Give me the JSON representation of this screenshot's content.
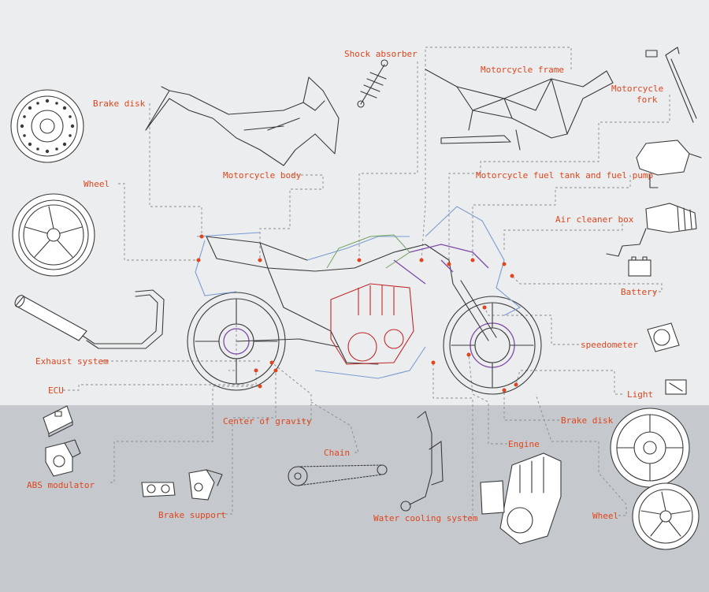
{
  "colors": {
    "top_bg": "#ecedef",
    "bottom_bg": "#c5c9cd",
    "label": "#e0451c",
    "line": "#3a3a3a",
    "leader": "#8a8a8a",
    "frame_blue": "#7a9bd0",
    "engine_red": "#c0282a",
    "wiring_purple": "#7e4aa8"
  },
  "labels": {
    "shock_absorber": "Shock absorber",
    "motorcycle_frame": "Motorcycle frame",
    "motorcycle_fork_1": "Motorcycle",
    "motorcycle_fork_2": "fork",
    "brake_disk_top": "Brake disk",
    "motorcycle_body": "Motorcycle body",
    "wheel_left": "Wheel",
    "fuel_tank": "Motorcycle fuel tank and fuel pump",
    "air_cleaner": "Air cleaner box",
    "battery": "Battery",
    "exhaust": "Exhaust system",
    "speedometer": "speedometer",
    "ecu": "ECU",
    "light": "Light",
    "center_gravity": "Center of gravity",
    "brake_disk_right": "Brake disk",
    "chain": "Chain",
    "engine": "Engine",
    "abs": "ABS modulator",
    "brake_support": "Brake support",
    "water_cooling": "Water cooling system",
    "wheel_right": "Wheel"
  }
}
